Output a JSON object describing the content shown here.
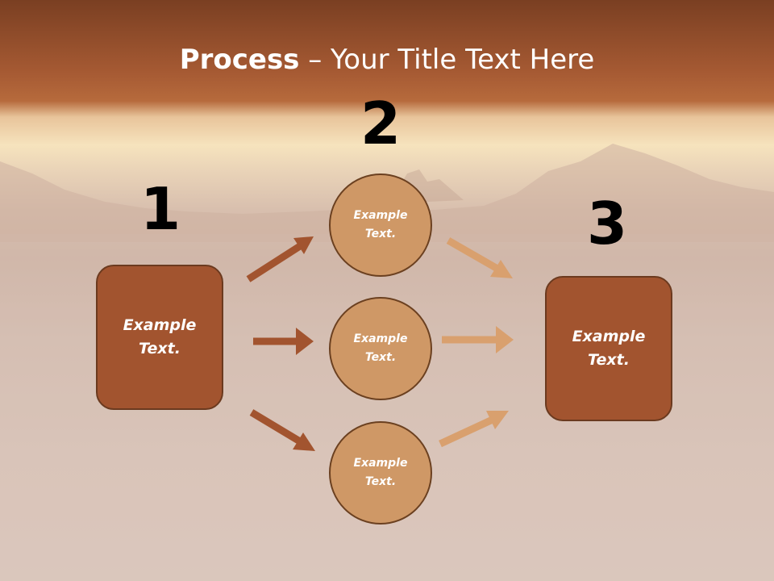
{
  "slide": {
    "title_bold": "Process",
    "title_rest": " – Your Title Text Here"
  },
  "steps": {
    "one": {
      "number": "1",
      "text": "Example Text."
    },
    "two": {
      "number": "2",
      "circles": [
        {
          "text": "Example Text."
        },
        {
          "text": "Example Text."
        },
        {
          "text": "Example Text."
        }
      ]
    },
    "three": {
      "number": "3",
      "text": "Example Text."
    }
  },
  "colors": {
    "box_fill": "#a2542f",
    "circle_fill": "#cf9866",
    "arrow_dark": "#a2542f",
    "arrow_light": "#d9a06e"
  }
}
